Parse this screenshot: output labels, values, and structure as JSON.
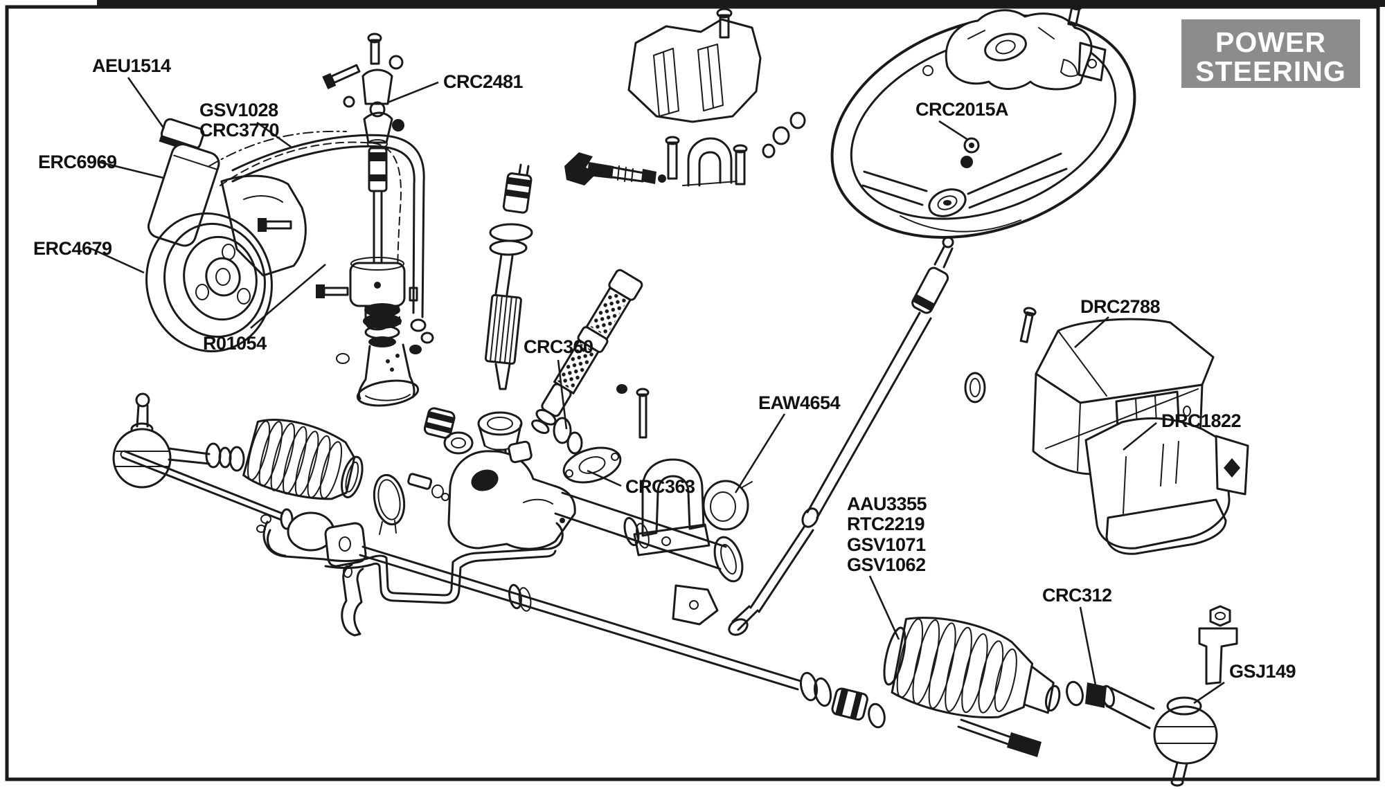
{
  "figure": "power-steering-exploded-parts-diagram",
  "title_box": {
    "line1": "POWER",
    "line2": "STEERING"
  },
  "colors": {
    "ink": "#1a1a1a",
    "paper": "#ffffff",
    "title_bg": "#8c8c8c",
    "title_fg": "#ffffff"
  },
  "labels": [
    {
      "id": "aeu1514",
      "text": "AEU1514"
    },
    {
      "id": "erc6969",
      "text": "ERC6969"
    },
    {
      "id": "erc4679",
      "text": "ERC4679"
    },
    {
      "id": "r01054",
      "text": "R01054"
    },
    {
      "id": "gsv1028",
      "text": "GSV1028"
    },
    {
      "id": "crc3770",
      "text": "CRC3770"
    },
    {
      "id": "crc2481",
      "text": "CRC2481"
    },
    {
      "id": "crc360",
      "text": "CRC360"
    },
    {
      "id": "crc363",
      "text": "CRC363"
    },
    {
      "id": "eaw4654",
      "text": "EAW4654"
    },
    {
      "id": "crc2015a",
      "text": "CRC2015A"
    },
    {
      "id": "drc2788",
      "text": "DRC2788"
    },
    {
      "id": "drc1822",
      "text": "DRC1822"
    },
    {
      "id": "aau3355",
      "text": "AAU3355"
    },
    {
      "id": "rtc2219",
      "text": "RTC2219"
    },
    {
      "id": "gsv1071",
      "text": "GSV1071"
    },
    {
      "id": "gsv1062",
      "text": "GSV1062"
    },
    {
      "id": "crc312",
      "text": "CRC312"
    },
    {
      "id": "gsj149",
      "text": "GSJ149"
    }
  ]
}
